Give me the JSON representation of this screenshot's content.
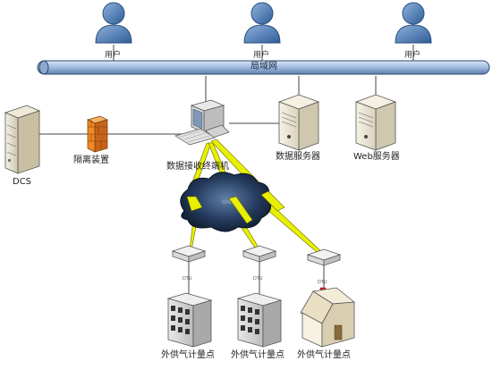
{
  "labels": {
    "users": [
      "用户",
      "用户",
      "用户"
    ],
    "lan": "局域网",
    "dcs": "DCS",
    "isolation": "隔离装置",
    "terminal": "数据接收终端机",
    "data_server": "数据服务器",
    "web_server": "Web服务器",
    "dtu": [
      "DTU",
      "DTU",
      "DTU"
    ],
    "metering": [
      "外供气计量点",
      "外供气计量点",
      "外供气计量点"
    ],
    "cloud_text": "GPRS"
  },
  "colors": {
    "bus": "#a9c3e3",
    "bus_edge": "#2e4a6e",
    "user": "#4a7bb7",
    "lightning": "#e8f000",
    "cloud": "#1c2c44",
    "firewall": "#f08a24"
  },
  "icons": {
    "user": "user-icon",
    "server": "server-icon",
    "pc": "computer-icon",
    "firewall": "firewall-icon",
    "dtu": "dtu-icon",
    "building": "building-icon",
    "house": "house-icon",
    "cloud": "cloud-icon",
    "lightning": "lightning-icon"
  }
}
